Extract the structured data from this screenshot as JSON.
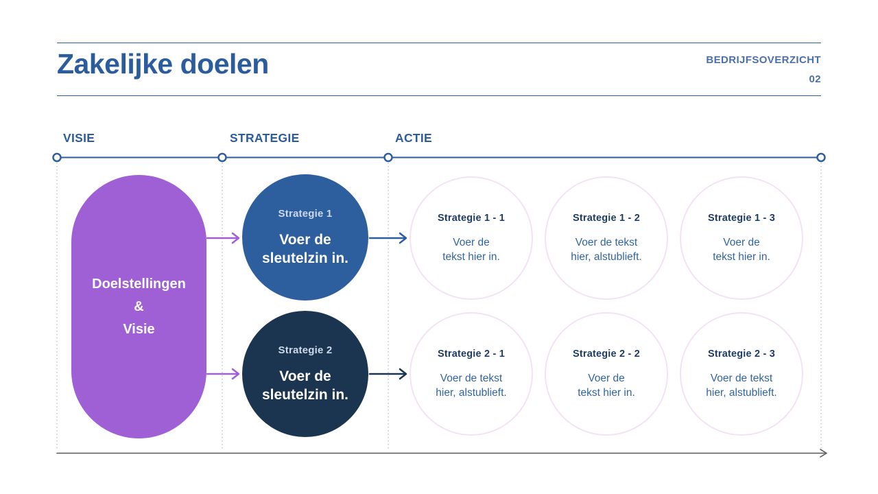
{
  "slide": {
    "title": "Zakelijke doelen",
    "eyebrow": "BEDRIJFSOVERZICHT",
    "page_number": "02"
  },
  "columns": [
    {
      "label": "VISIE"
    },
    {
      "label": "STRATEGIE"
    },
    {
      "label": "ACTIE"
    }
  ],
  "vision_pill": {
    "lines": [
      "Doelstellingen",
      "&",
      "Visie"
    ]
  },
  "strategies": [
    {
      "label": "Strategie 1",
      "line1": "Voer de",
      "line2": "sleutelzin in."
    },
    {
      "label": "Strategie 2",
      "line1": "Voer de",
      "line2": "sleutelzin in."
    }
  ],
  "actions": [
    {
      "label": "Strategie 1 - 1",
      "line1": "Voer de",
      "line2": "tekst hier in."
    },
    {
      "label": "Strategie 1 - 2",
      "line1": "Voer de tekst",
      "line2": "hier, alstublieft."
    },
    {
      "label": "Strategie 1 - 3",
      "line1": "Voer de",
      "line2": "tekst hier in."
    },
    {
      "label": "Strategie 2 - 1",
      "line1": "Voer de tekst",
      "line2": "hier, alstublieft."
    },
    {
      "label": "Strategie 2 - 2",
      "line1": "Voer de",
      "line2": "tekst hier in."
    },
    {
      "label": "Strategie 2 - 3",
      "line1": "Voer de tekst",
      "line2": "hier, alstublieft."
    }
  ],
  "colors": {
    "accent_blue": "#2d5e9e",
    "navy": "#1b3450",
    "purple": "#9f5fd5",
    "light_ring": "#f1e3f2",
    "title_blue": "#2b5c9e",
    "eyebrow_blue": "#4b6fa9",
    "body_text_blue": "#31649f",
    "bottom_axis_gray": "#555555",
    "guide_dot_gray": "#b4b4c0"
  }
}
